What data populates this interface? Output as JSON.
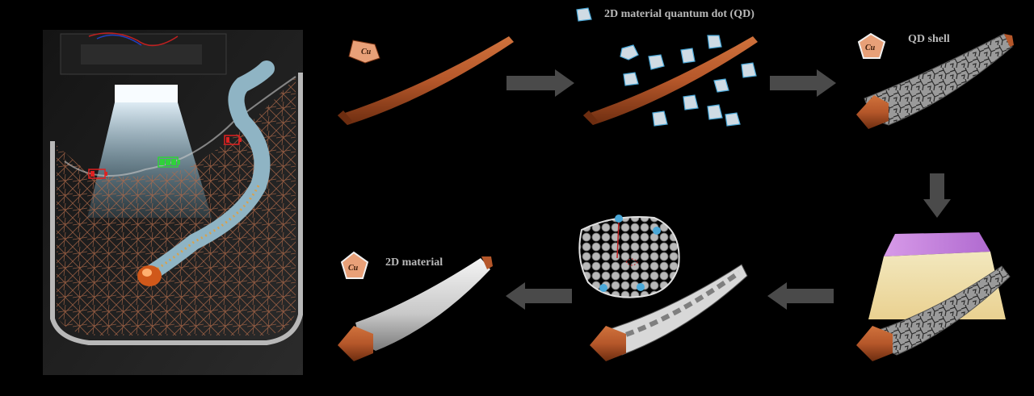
{
  "labels": {
    "qd_legend": "2D material quantum dot (QD)",
    "qd_shell": "QD shell",
    "material": "2D material",
    "cu": "Cu"
  },
  "colors": {
    "background": "#000000",
    "copper": "#b5572a",
    "copper_dark": "#7a3414",
    "qd_blue": "#4aa8d8",
    "arrow": "#4a4a4a",
    "light_sheet": "#e8b8f0",
    "battery_full": "#2fd23a",
    "battery_low": "#e02020"
  },
  "icons": [
    "cu-pentagon-icon",
    "qd-icon",
    "arrow-right-icon",
    "arrow-down-icon",
    "arrow-left-icon",
    "battery-icon"
  ]
}
